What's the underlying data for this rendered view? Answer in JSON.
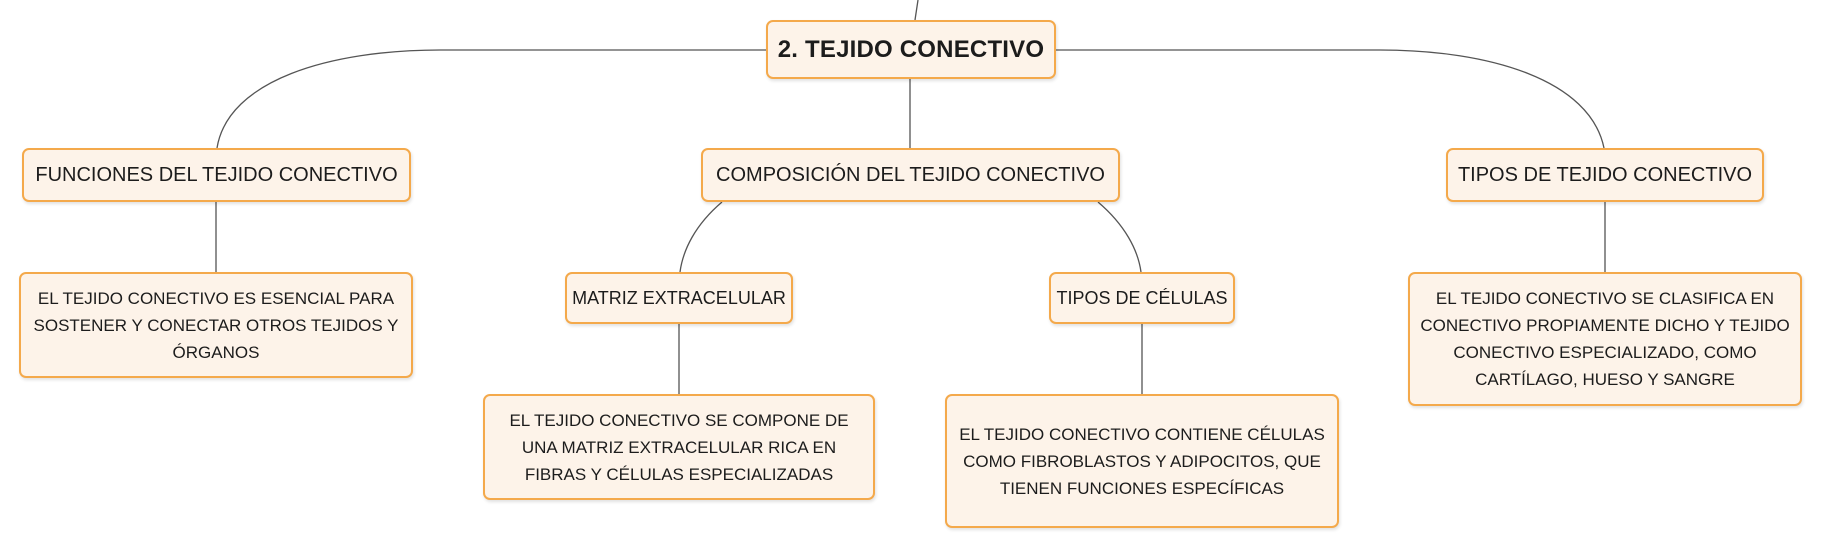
{
  "diagram": {
    "root": {
      "label": "2. TEJIDO CONECTIVO"
    },
    "branches": [
      {
        "label": "FUNCIONES DEL TEJIDO CONECTIVO",
        "detail": "EL TEJIDO CONECTIVO ES ESENCIAL PARA SOSTENER Y CONECTAR OTROS TEJIDOS Y ÓRGANOS"
      },
      {
        "label": "COMPOSICIÓN DEL TEJIDO CONECTIVO",
        "children": [
          {
            "label": "MATRIZ EXTRACELULAR",
            "detail": "EL TEJIDO CONECTIVO SE COMPONE DE UNA MATRIZ EXTRACELULAR RICA EN FIBRAS Y CÉLULAS ESPECIALIZADAS"
          },
          {
            "label": "TIPOS DE CÉLULAS",
            "detail": "EL TEJIDO CONECTIVO CONTIENE CÉLULAS COMO FIBROBLASTOS Y ADIPOCITOS, QUE TIENEN FUNCIONES ESPECÍFICAS"
          }
        ]
      },
      {
        "label": "TIPOS DE TEJIDO CONECTIVO",
        "detail": "EL TEJIDO CONECTIVO SE CLASIFICA EN CONECTIVO PROPIAMENTE DICHO Y TEJIDO CONECTIVO ESPECIALIZADO, COMO CARTÍLAGO, HUESO Y SANGRE"
      }
    ],
    "colors": {
      "node_fill": "#fdf3e9",
      "node_border": "#f4a94b",
      "connector": "#555555",
      "text": "#1c1c1c"
    }
  }
}
